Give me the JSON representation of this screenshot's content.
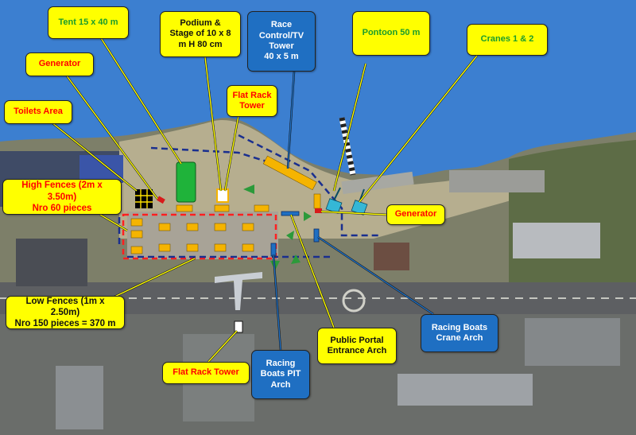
{
  "colors": {
    "sea": "#3c7fd0",
    "callout_yellow": "#ffff00",
    "callout_blue": "#1f6fc2",
    "fence_red": "#ff2020",
    "fence_blue": "#1a2f8f",
    "structure_orange": "#f5b400",
    "podium_green": "#1fb33a",
    "crane_cyan": "#35b7d6"
  },
  "callouts": {
    "tent": "Tent 15 x 40 m",
    "generator_top": "Generator",
    "toilets": "Toilets Area",
    "podium": "Podium &\nStage of 10 x 8\nm H 80 cm",
    "flat_rack_tower_top": "Flat Rack\nTower",
    "race_control": "Race\nControl/TV\nTower\n40 x 5 m",
    "pontoon": "Pontoon 50 m",
    "cranes": "Cranes 1 & 2",
    "high_fences": "High Fences (2m x 3.50m)\nNro 60 pieces",
    "generator_right": "Generator",
    "low_fences": "Low Fences (1m x 2.50m)\nNro 150 pieces = 370 m",
    "flat_rack_tower_bottom": "Flat Rack Tower",
    "pit_arch": "Racing\nBoats PIT\nArch",
    "public_portal": "Public Portal\nEntrance Arch",
    "crane_arch": "Racing Boats\nCrane Arch"
  }
}
